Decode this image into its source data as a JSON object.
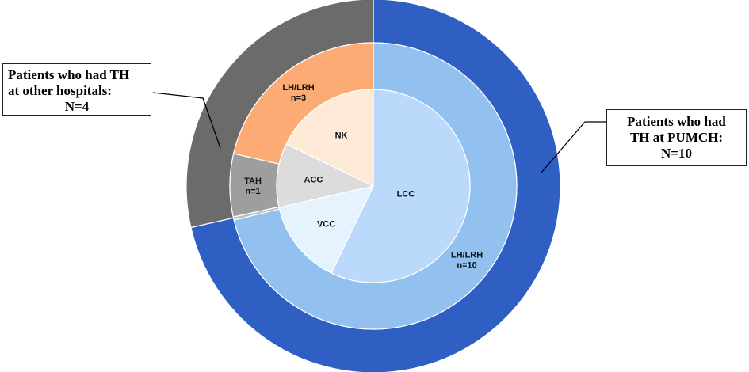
{
  "chart_data": {
    "type": "pie",
    "rings": [
      {
        "name": "hospital",
        "segments": [
          {
            "label": "",
            "value": 10,
            "color": "#305fc4"
          },
          {
            "label": "",
            "value": 4,
            "color": "#6b6b6b"
          }
        ]
      },
      {
        "name": "procedure",
        "segments": [
          {
            "label": "LH/LRH",
            "sublabel": "n=10",
            "value": 10,
            "color": "#92c0ef"
          },
          {
            "label": "",
            "sublabel": "",
            "value": 0.05,
            "color": "#bdbdbd"
          },
          {
            "label": "TAH",
            "sublabel": "n=1",
            "value": 1,
            "color": "#9e9e9e"
          },
          {
            "label": "LH/LRH",
            "sublabel": "n=3",
            "value": 3,
            "color": "#fcab74"
          }
        ]
      },
      {
        "name": "cuff-closure",
        "segments": [
          {
            "label": "LCC",
            "value": 8,
            "color": "#bbdafb"
          },
          {
            "label": "VCC",
            "value": 2,
            "color": "#e4f3fd"
          },
          {
            "label": "ACC",
            "value": 1.5,
            "color": "#dcdcdc"
          },
          {
            "label": "NK",
            "value": 2.5,
            "color": "#fdebd7"
          }
        ]
      }
    ],
    "total": 14,
    "start": "12 o'clock",
    "direction": "clockwise"
  },
  "callouts": {
    "left": {
      "line1": "Patients  who had TH",
      "line2": "at other hospitals:",
      "line3": "N=4"
    },
    "right": {
      "line1": "Patients  who had",
      "line2": "TH at PUMCH:",
      "line3": "N=10"
    }
  }
}
